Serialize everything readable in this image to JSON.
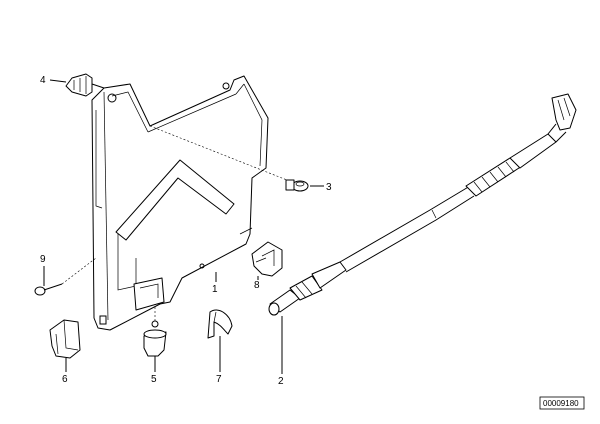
{
  "labels": {
    "p1": "1",
    "p2": "2",
    "p3": "3",
    "p4": "4",
    "p5": "5",
    "p6": "6",
    "p7": "7",
    "p8": "8",
    "p9": "9"
  },
  "reference": "00009180"
}
